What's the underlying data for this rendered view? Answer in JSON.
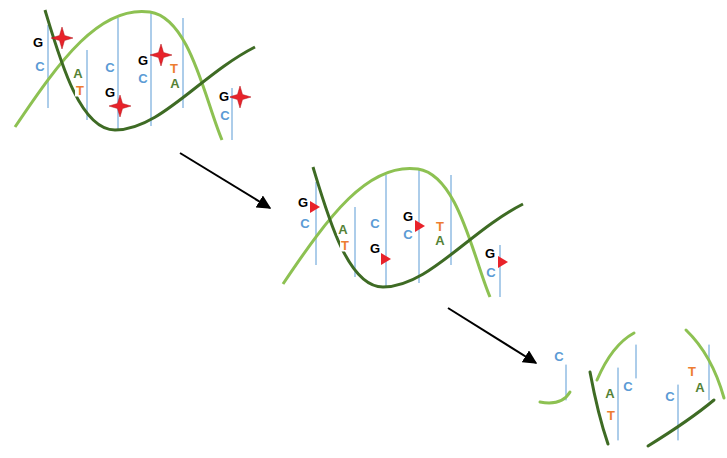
{
  "diagram": {
    "labels": [
      "G",
      "C",
      "A",
      "T",
      "C",
      "G",
      "G",
      "C",
      "T",
      "A",
      "G",
      "C",
      "G",
      "C",
      "A",
      "T",
      "C",
      "G",
      "G",
      "C",
      "T",
      "A",
      "G",
      "C",
      "C",
      "A",
      "C",
      "T",
      "C",
      "T",
      "A"
    ]
  }
}
